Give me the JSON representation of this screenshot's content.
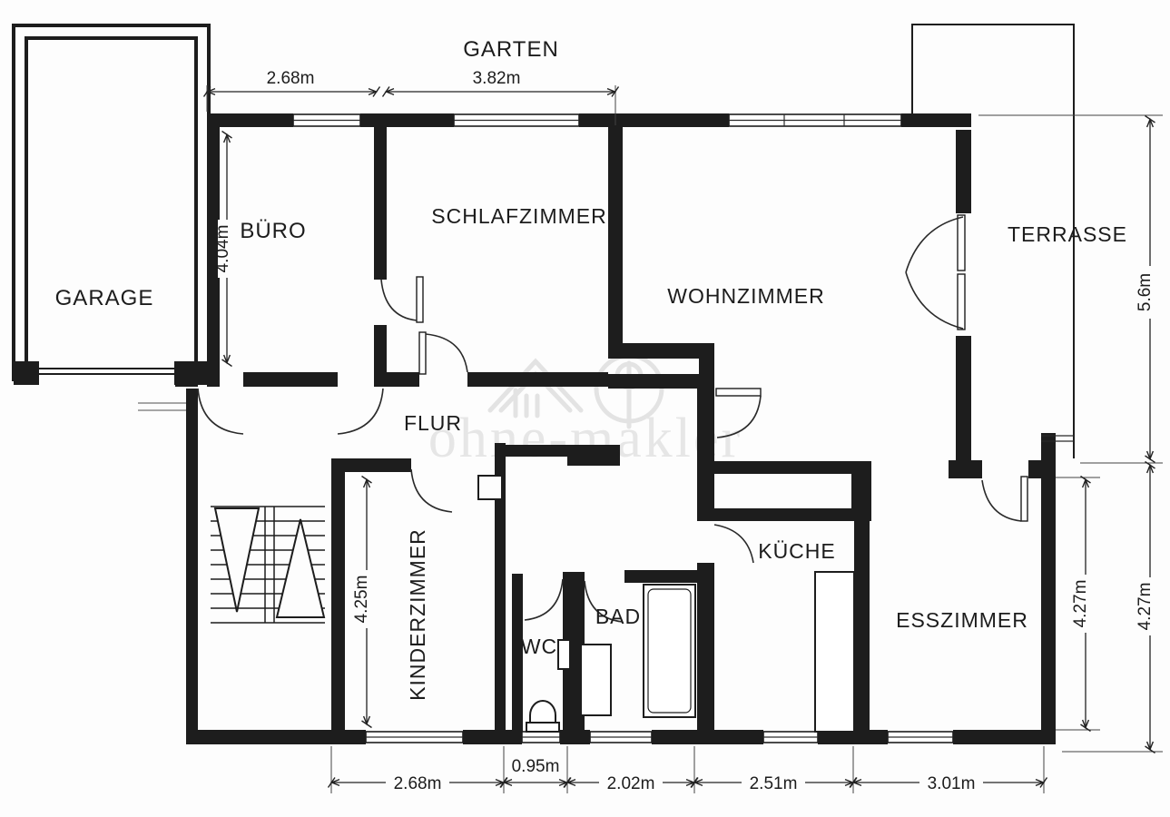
{
  "plan": {
    "type": "floor-plan",
    "language": "de"
  },
  "watermark": {
    "text": "ohne-makler"
  },
  "labels": {
    "garten": "GARTEN",
    "garage": "GARAGE",
    "buero": "BÜRO",
    "schlafzimmer": "SCHLAFZIMMER",
    "wohnzimmer": "WOHNZIMMER",
    "terrasse": "TERRASSE",
    "flur": "FLUR",
    "kinderzimmer": "KINDERZIMMER",
    "wc": "WC",
    "bad": "BAD",
    "kueche": "KÜCHE",
    "esszimmer": "ESSZIMMER"
  },
  "dimensions": {
    "top_buero": "2.68m",
    "top_schlafzimmer": "3.82m",
    "buero_height": "4.04m",
    "kinderzimmer_height": "4.25m",
    "terrasse_height": "5.6m",
    "esszimmer_height_inner": "4.27m",
    "esszimmer_height_outer": "4.27m",
    "bottom_kinderzimmer": "2.68m",
    "bottom_wc": "0.95m",
    "bottom_bad": "2.02m",
    "bottom_kueche": "2.51m",
    "bottom_esszimmer": "3.01m"
  },
  "colors": {
    "wall": "#1d1d1d",
    "background": "#fdfdfd",
    "watermark": "#d4d4d4"
  }
}
